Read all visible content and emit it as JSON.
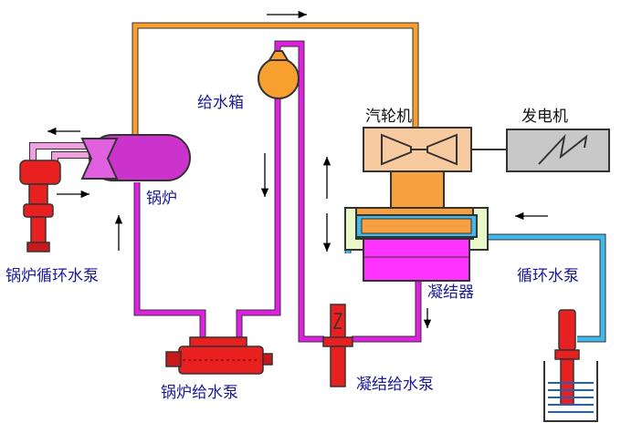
{
  "labels": {
    "feedwater_tank": "给水箱",
    "turbine": "汽轮机",
    "generator": "发电机",
    "boiler": "锅炉",
    "boiler_circulation_pump": "锅炉循环水泵",
    "condenser": "凝结器",
    "circulating_water_pump": "循环水泵",
    "boiler_feed_pump": "锅炉给水泵",
    "condensate_pump": "凝结给水泵"
  },
  "colors": {
    "steam_pipe": "#f7a030",
    "feedwater_pipe": "#e020e0",
    "cooling_pipe": "#40b8e8",
    "boiler_loop": "#f0a0e0",
    "boiler": "#cc33cc",
    "turbine_body": "#f7a040",
    "turbine_head": "#f7caa0",
    "generator": "#c8c8c8",
    "condenser": "#ff33ff",
    "pump": "#e82020",
    "water": "#2060c0"
  }
}
